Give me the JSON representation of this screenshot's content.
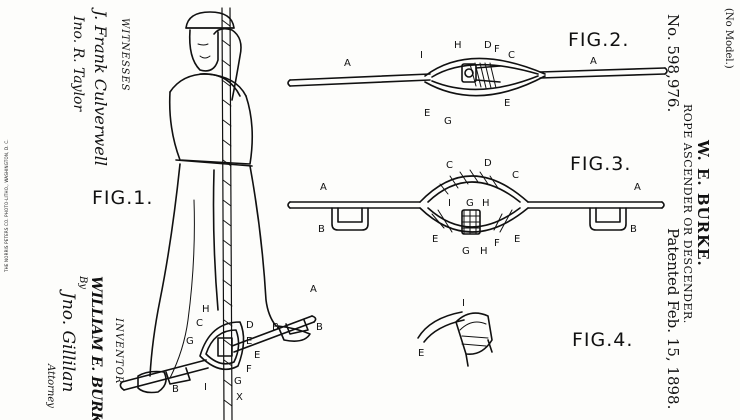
{
  "header": {
    "model": "(No Model.)",
    "patentee": "W. E. BURKE.",
    "title": "ROPE ASCENDER OR DESCENDER.",
    "number": "No. 598,976.",
    "date": "Patented Feb. 15, 1898."
  },
  "figures": {
    "fig1": "FIG.1.",
    "fig2": "FIG.2.",
    "fig3": "FIG.3.",
    "fig4": "FIG.4."
  },
  "witnesses": {
    "heading": "WITNESSES",
    "names": [
      "J. Frank Culverwell",
      "Ino. R. Taylor"
    ]
  },
  "inventor": {
    "heading": "INVENTOR",
    "by": "By",
    "name": "WILLIAM E. BURKE.",
    "attorney_sig": "Jno. Gillilan",
    "attorney": "Attorney"
  },
  "printer": "THE NORRIS PETERS CO. PHOTO-LITHO., WASHINGTON, D. C.",
  "labels": {
    "fig2": [
      "A",
      "A",
      "I",
      "H",
      "D",
      "F",
      "C",
      "E",
      "E",
      "G"
    ],
    "fig3": [
      "A",
      "A",
      "B",
      "B",
      "C",
      "D",
      "C",
      "I",
      "G",
      "H",
      "E",
      "E",
      "F",
      "G",
      "H"
    ],
    "fig4": [
      "I",
      "E"
    ],
    "fig1": [
      "A",
      "B",
      "B",
      "H",
      "C",
      "G",
      "D",
      "E",
      "E",
      "F",
      "G",
      "I",
      "B",
      "X"
    ]
  }
}
